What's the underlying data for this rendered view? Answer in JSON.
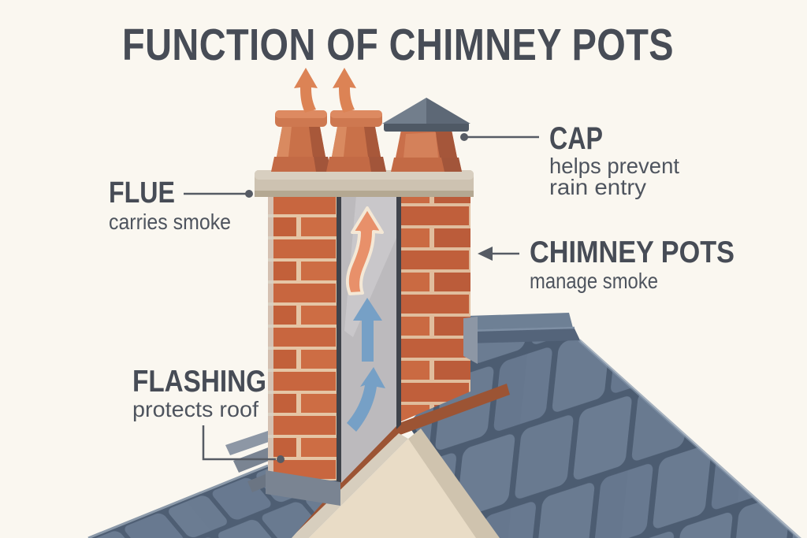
{
  "title": "FUNCTION OF CHIMNEY POTS",
  "callouts": {
    "flue": {
      "term": "FLUE",
      "desc": "carries smoke"
    },
    "cap": {
      "term": "CAP",
      "desc_line1": "helps prevent",
      "desc_line2": "rain entry"
    },
    "chimney_pots": {
      "term": "CHIMNEY POTS",
      "desc": "manage smoke"
    },
    "flashing": {
      "term": "FLASHING",
      "desc": "protects roof"
    }
  },
  "diagram": {
    "type": "annotated-illustration",
    "subject": "brick chimney with chimney pots on a slate gable roof",
    "elements": [
      "two open terracotta chimney pots with rising smoke arrows",
      "capped chimney pot with pyramid rain cap",
      "concrete crown slab",
      "brick chimney stack (cutaway)",
      "flue channel with orange and blue smoke-flow arrows",
      "step flashing at roof junction",
      "slate roof planes and ridge",
      "beige gable wall with rust barge trim"
    ]
  },
  "colors": {
    "background": "#faf7f0",
    "heading-text": "#474c56",
    "body-text": "#4e545e",
    "leader-line": "#565b64",
    "brick": "#c8663f",
    "mortar": "#e5c5a5",
    "terracotta-pot": "#c97149",
    "cap-gray": "#6b7685",
    "crown-beige": "#cdc2b1",
    "slate": "#697a90",
    "flashing-gray": "#7a8492",
    "gable-beige": "#e9dcc6",
    "trim-rust": "#9c5434",
    "smoke-arrow-orange": "#dc8355",
    "smoke-arrow-blue": "#76a0c6"
  }
}
